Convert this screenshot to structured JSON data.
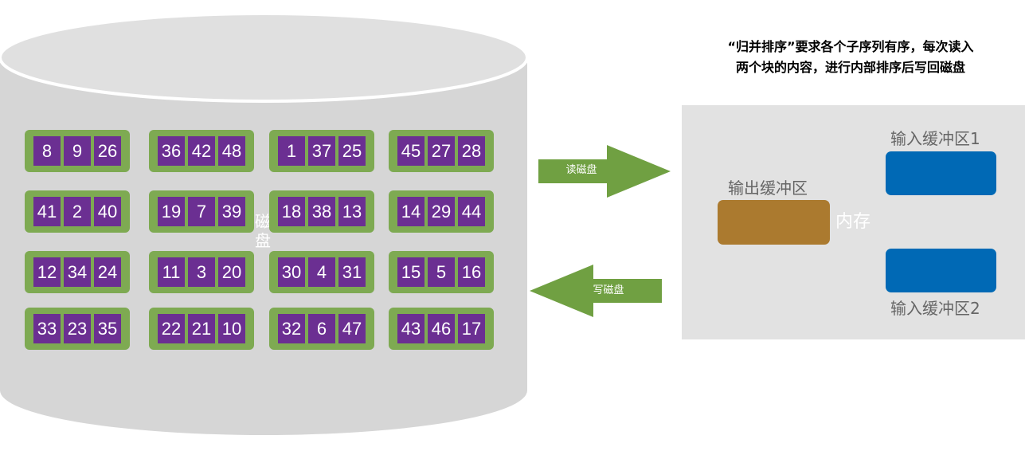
{
  "colors": {
    "disk_body": "#d6d6d6",
    "disk_top": "#e0e0e0",
    "block_border": "#7eaa52",
    "cell_fill": "#6b2f92",
    "arrow": "#70a042",
    "memory_bg": "#e2e2e2",
    "output_buffer": "#ab7a2f",
    "input_buffer": "#0069b5"
  },
  "disk": {
    "label": "磁盘",
    "blocks": [
      [
        "8",
        "9",
        "26"
      ],
      [
        "36",
        "42",
        "48"
      ],
      [
        "1",
        "37",
        "25"
      ],
      [
        "45",
        "27",
        "28"
      ],
      [
        "41",
        "2",
        "40"
      ],
      [
        "19",
        "7",
        "39"
      ],
      [
        "18",
        "38",
        "13"
      ],
      [
        "14",
        "29",
        "44"
      ],
      [
        "12",
        "34",
        "24"
      ],
      [
        "11",
        "3",
        "20"
      ],
      [
        "30",
        "4",
        "31"
      ],
      [
        "15",
        "5",
        "16"
      ],
      [
        "33",
        "23",
        "35"
      ],
      [
        "22",
        "21",
        "10"
      ],
      [
        "32",
        "6",
        "47"
      ],
      [
        "43",
        "46",
        "17"
      ]
    ]
  },
  "arrows": {
    "read": "读磁盘",
    "write": "写磁盘"
  },
  "note": {
    "line1": "“归并排序”要求各个子序列有序，每次读入",
    "line2": "两个块的内容，进行内部排序后写回磁盘"
  },
  "memory": {
    "label": "内存",
    "output_buffer": "输出缓冲区",
    "input_buffer_1": "输入缓冲区1",
    "input_buffer_2": "输入缓冲区2"
  }
}
